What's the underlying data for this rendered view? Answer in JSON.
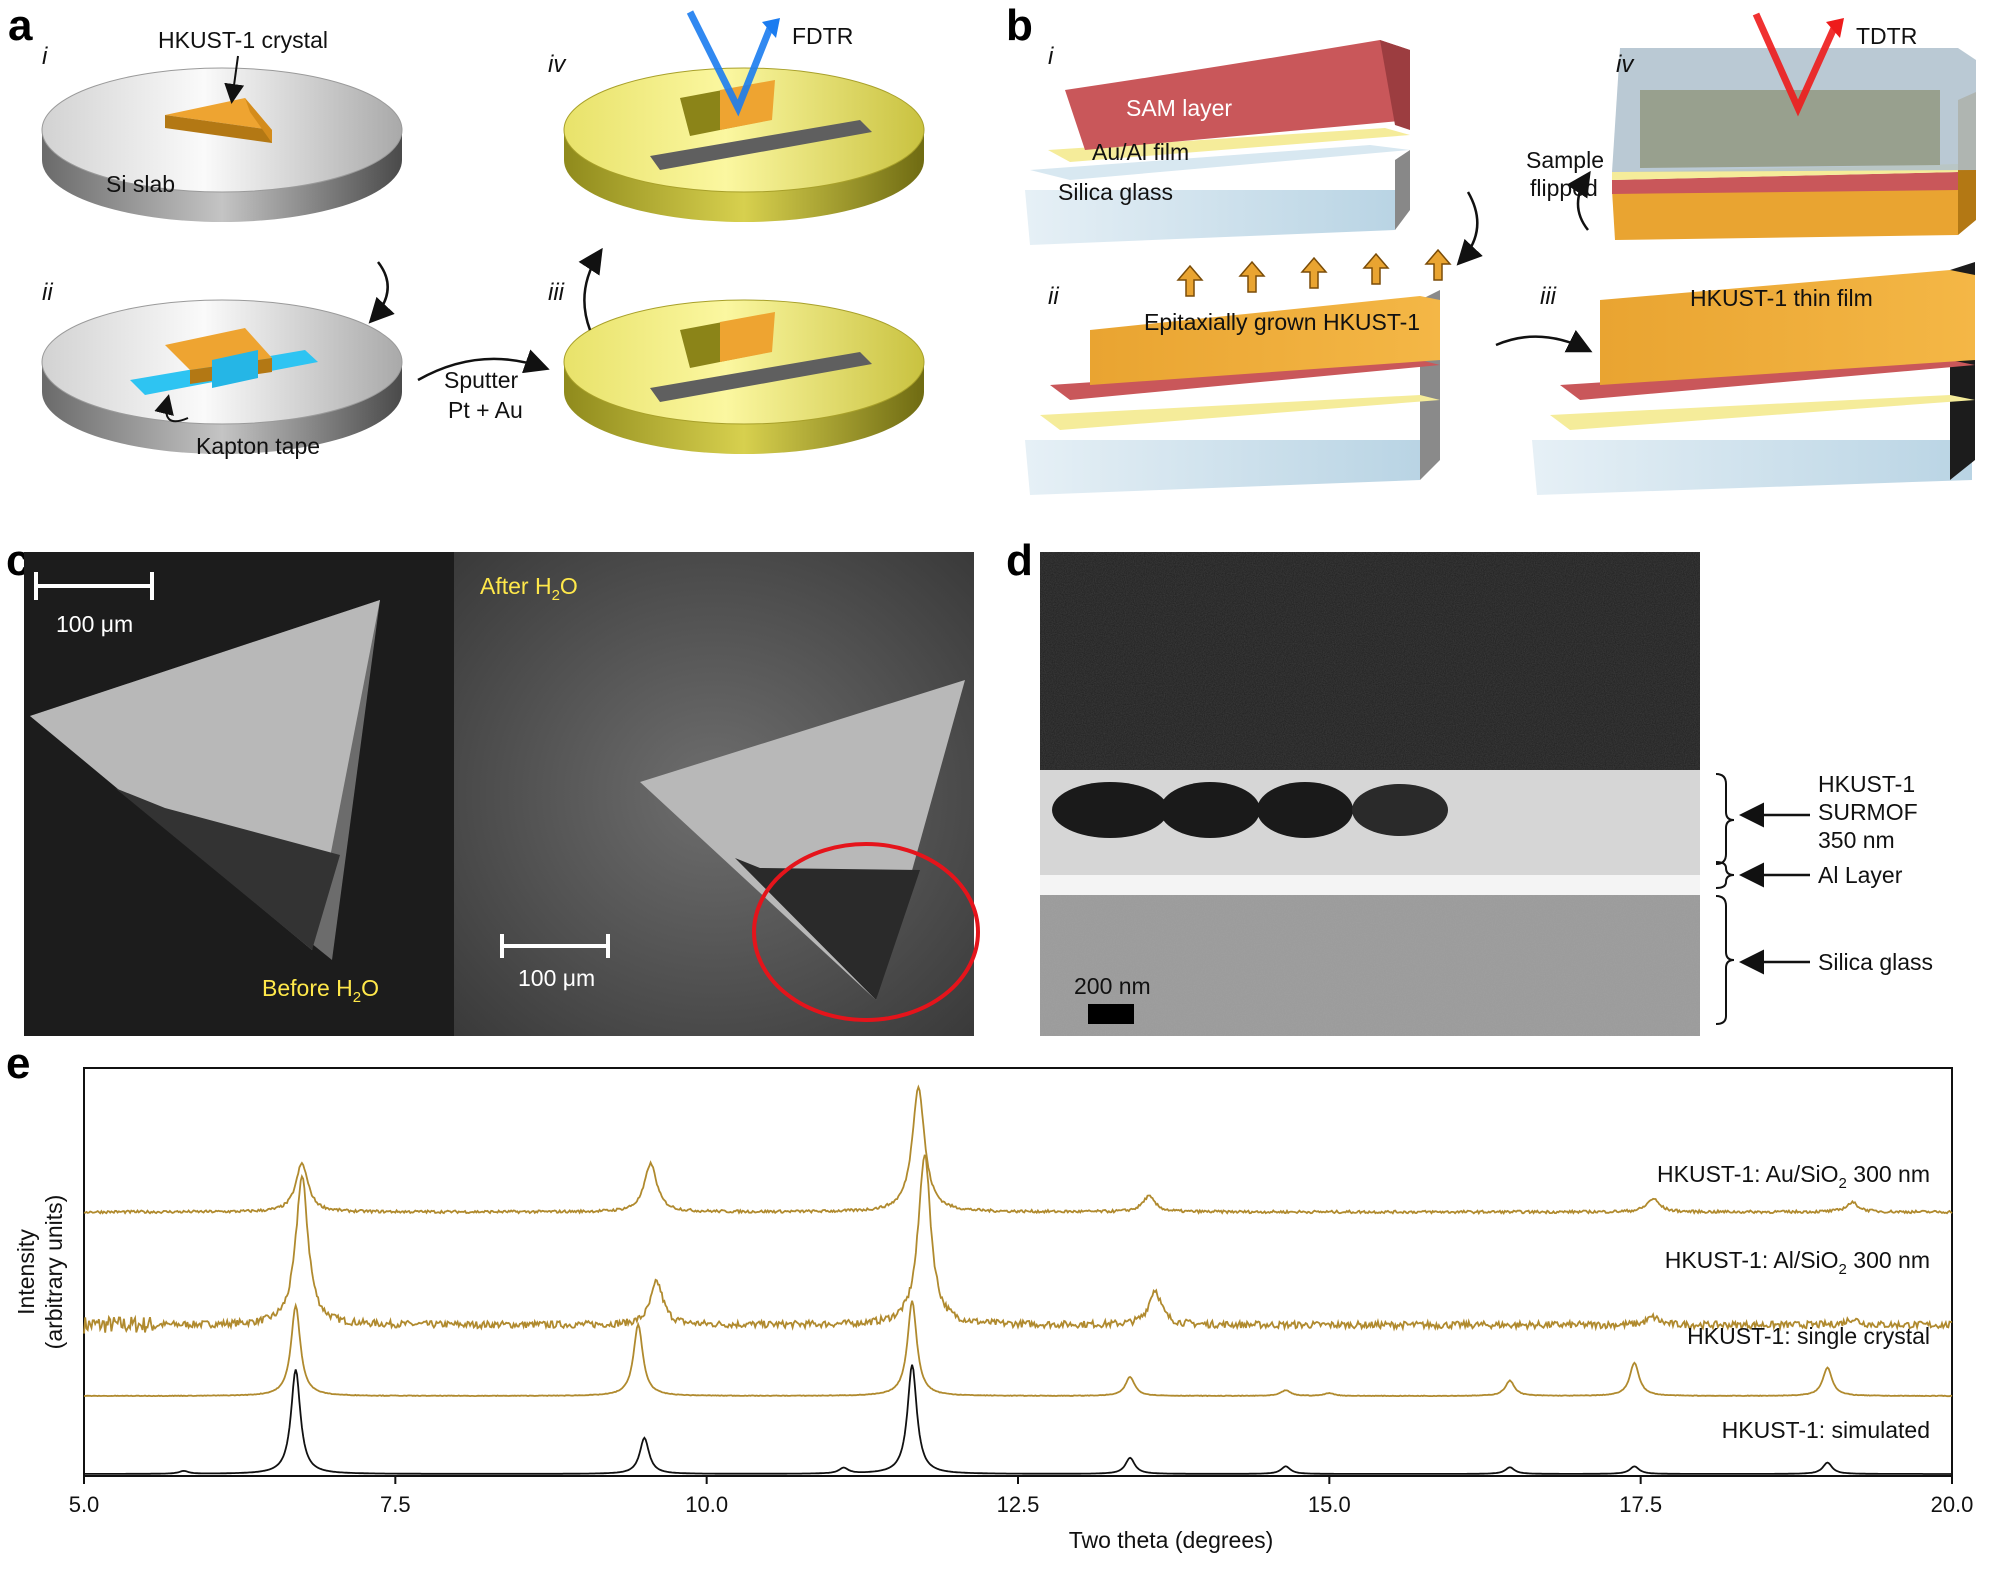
{
  "panels": {
    "a": {
      "label": "a",
      "steps": [
        "i",
        "ii",
        "iii",
        "iv"
      ],
      "crystal": "HKUST-1 crystal",
      "slab": "Si slab",
      "tape": "Kapton tape",
      "sputter": [
        "Sputter",
        "Pt + Au"
      ],
      "method": "FDTR"
    },
    "b": {
      "label": "b",
      "steps": [
        "i",
        "ii",
        "iii",
        "iv"
      ],
      "sam": "SAM layer",
      "film": "Au/Al film",
      "glass": "Silica glass",
      "grown": "Epitaxially grown HKUST-1",
      "thin": "HKUST-1 thin film",
      "flipped": [
        "Sample",
        "flipped"
      ],
      "method": "TDTR"
    },
    "c": {
      "label": "c",
      "scale1": "100 μm",
      "scale2": "100 μm",
      "before_pre": "Before H",
      "after_pre": "After H",
      "sub": "2",
      "post": "O"
    },
    "d": {
      "label": "d",
      "scale": "200 nm",
      "layer1": [
        "HKUST-1",
        "SURMOF",
        "350 nm"
      ],
      "layer2": "Al Layer",
      "layer3": "Silica glass"
    },
    "e": {
      "label": "e"
    }
  },
  "chart_data": {
    "type": "line",
    "xlabel": "Two theta (degrees)",
    "ylabel": "Intensity",
    "ylabel_units": "(arbitrary units)",
    "xlim": [
      5.0,
      20.0
    ],
    "xticks": [
      "5.0",
      "7.5",
      "10.0",
      "12.5",
      "15.0",
      "17.5",
      "20.0"
    ],
    "colors": {
      "experimental": "#b08a2e",
      "simulated": "#111111"
    },
    "series": [
      {
        "name": "HKUST-1: Au/SiO",
        "sub": "2",
        "suffix": " 300 nm",
        "peaks": [
          [
            6.75,
            1.9
          ],
          [
            9.6,
            0.55
          ],
          [
            11.75,
            2.2
          ],
          [
            13.6,
            0.45
          ],
          [
            17.6,
            0.1
          ],
          [
            19.2,
            0.08
          ]
        ]
      },
      {
        "name": "HKUST-1: Al/SiO",
        "sub": "2",
        "suffix": " 300 nm",
        "peaks": [
          [
            6.75,
            0.62
          ],
          [
            9.55,
            0.62
          ],
          [
            11.7,
            1.6
          ],
          [
            13.55,
            0.2
          ],
          [
            17.6,
            0.17
          ],
          [
            19.2,
            0.12
          ]
        ]
      },
      {
        "name": "HKUST-1: single crystal",
        "sub": "",
        "suffix": "",
        "peaks": [
          [
            6.7,
            0.95
          ],
          [
            9.45,
            0.75
          ],
          [
            11.65,
            1.0
          ],
          [
            13.4,
            0.2
          ],
          [
            14.65,
            0.06
          ],
          [
            15.0,
            0.03
          ],
          [
            16.45,
            0.16
          ],
          [
            17.45,
            0.35
          ],
          [
            19.0,
            0.3
          ]
        ]
      },
      {
        "name": "HKUST-1: simulated",
        "sub": "",
        "suffix": "",
        "peaks": [
          [
            5.8,
            0.03
          ],
          [
            6.7,
            1.1
          ],
          [
            9.5,
            0.38
          ],
          [
            11.1,
            0.06
          ],
          [
            11.65,
            1.15
          ],
          [
            13.4,
            0.17
          ],
          [
            14.65,
            0.08
          ],
          [
            16.45,
            0.07
          ],
          [
            17.45,
            0.08
          ],
          [
            19.0,
            0.12
          ]
        ]
      }
    ]
  }
}
